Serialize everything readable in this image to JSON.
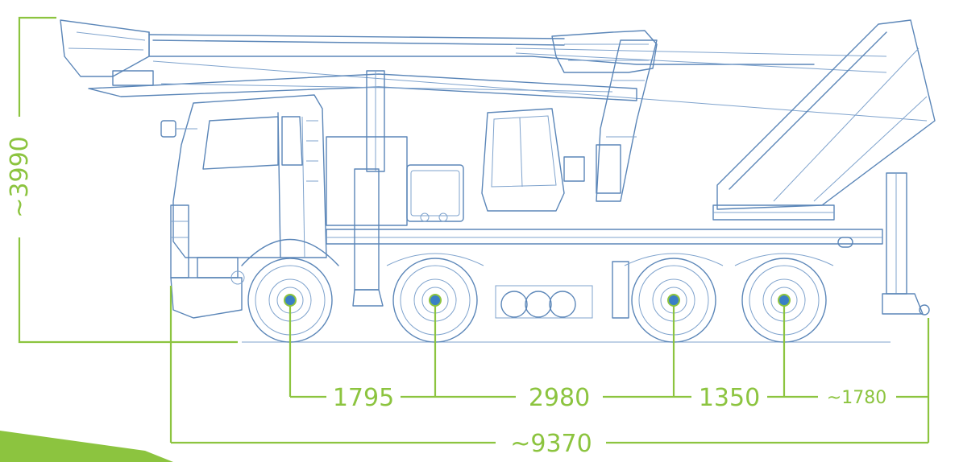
{
  "dimensions": {
    "height": "~3990",
    "axle_1_2": "1795",
    "axle_2_3": "2980",
    "axle_3_4": "1350",
    "rear_overhang": "~1780",
    "total_length": "~9370"
  },
  "colors": {
    "outline": "#5b86b8",
    "dimension": "#8cc43f",
    "hub": "#3a7fc6"
  }
}
